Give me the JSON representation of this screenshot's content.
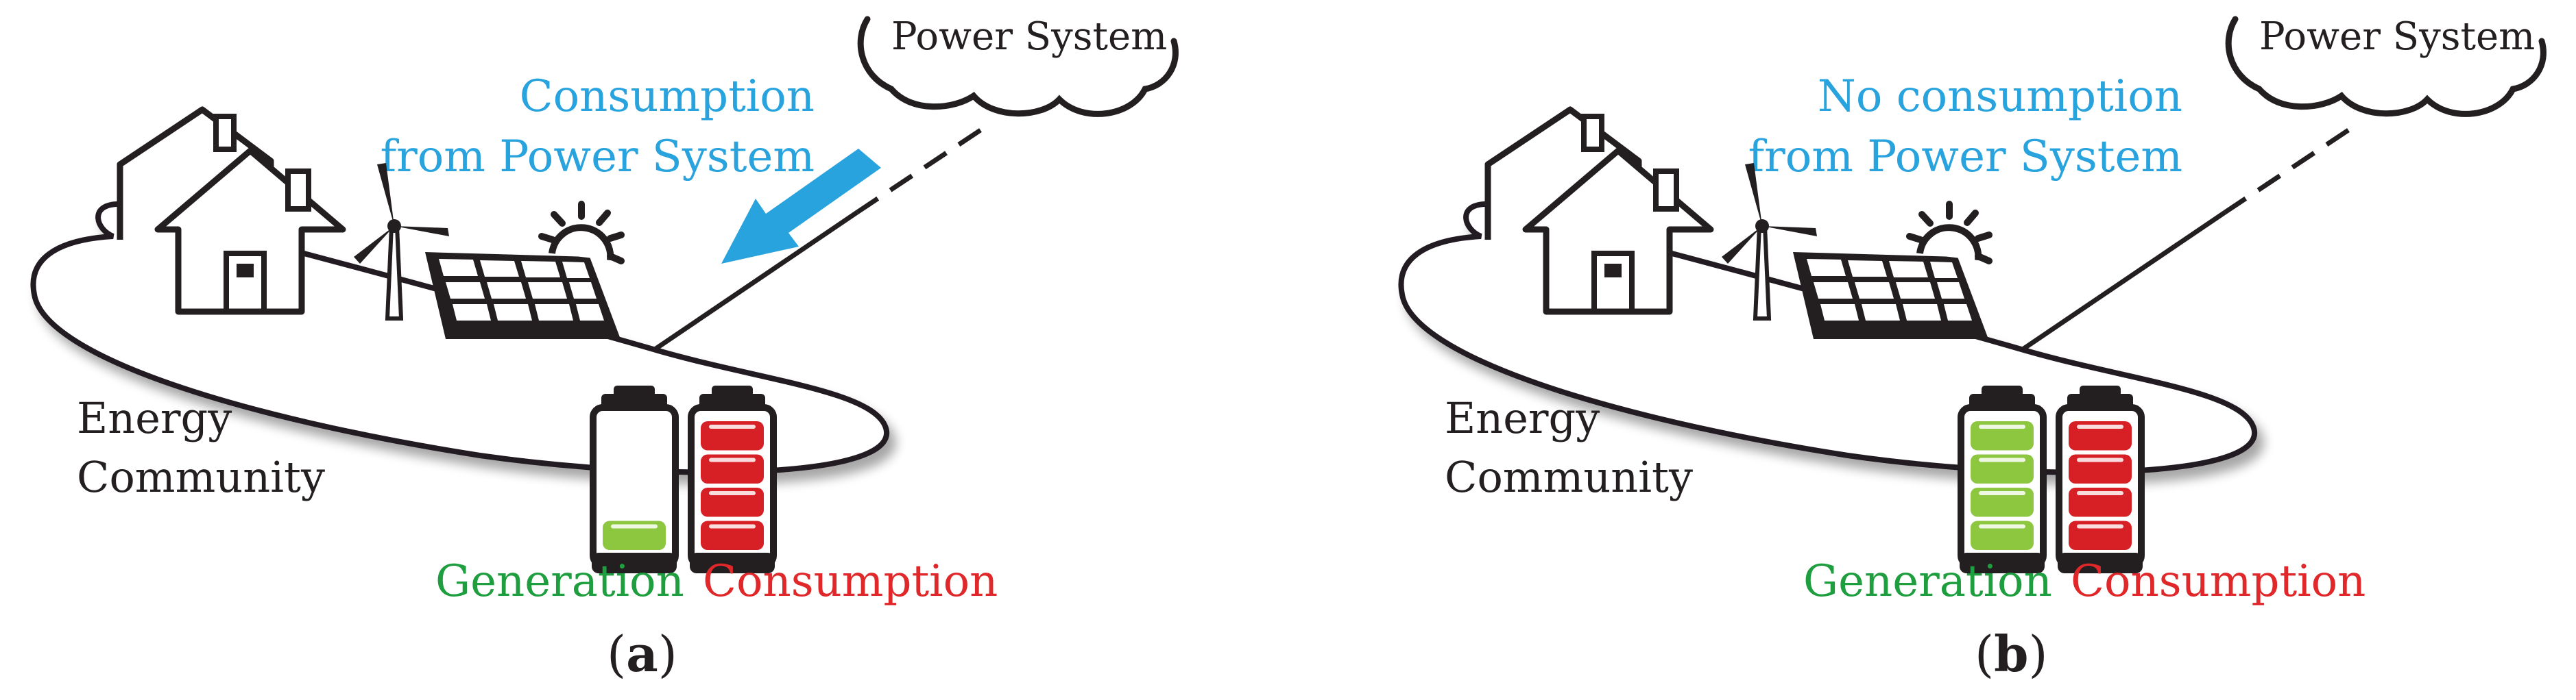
{
  "colors": {
    "outline": "#231f20",
    "flow_blue": "#29a3de",
    "generation_green": "#1e9e3e",
    "consumption_red": "#e0282a",
    "battery_green_fill": "#8dc63f",
    "battery_red_fill": "#d71f26"
  },
  "icons": [
    "house-icon",
    "wind-turbine-icon",
    "solar-panel-icon",
    "sun-icon",
    "battery-icon",
    "cloud-shape",
    "arrow-icon"
  ],
  "panels": [
    {
      "power_system_label": "Power System",
      "flow_line1": "Consumption",
      "flow_line2": "from Power System",
      "show_arrow": true,
      "community_line1": "Energy",
      "community_line2": "Community",
      "generation_label": "Generation",
      "consumption_label": "Consumption",
      "generation_battery_level": 0.2,
      "consumption_battery_level": 1.0,
      "caption_open": "(",
      "caption_letter": "a",
      "caption_close": ")"
    },
    {
      "power_system_label": "Power System",
      "flow_line1": "No consumption",
      "flow_line2": "from Power System",
      "show_arrow": false,
      "community_line1": "Energy",
      "community_line2": "Community",
      "generation_label": "Generation",
      "consumption_label": "Consumption",
      "generation_battery_level": 1.0,
      "consumption_battery_level": 1.0,
      "caption_open": "(",
      "caption_letter": "b",
      "caption_close": ")"
    }
  ]
}
